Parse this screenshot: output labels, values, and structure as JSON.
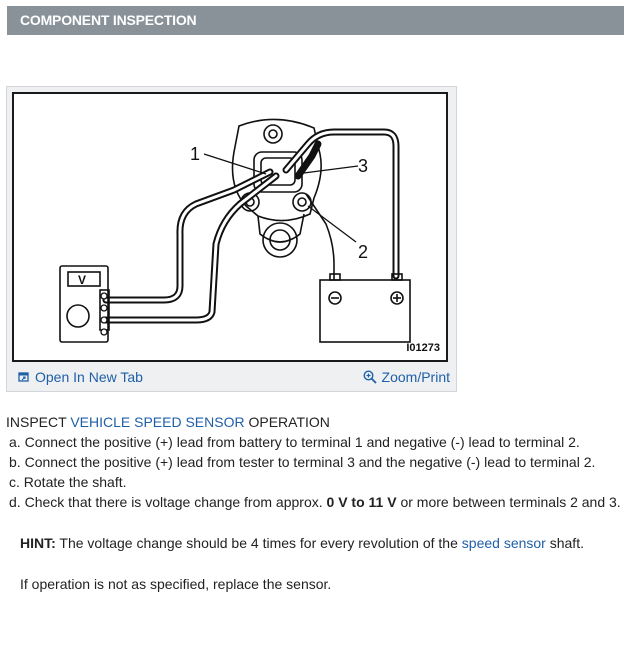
{
  "header": {
    "title": "COMPONENT INSPECTION"
  },
  "figure": {
    "id": "I01273",
    "callouts": [
      "1",
      "3",
      "2"
    ],
    "meter_symbol": "V",
    "open_label": "Open In New Tab",
    "zoom_label": "Zoom/Print"
  },
  "inspect": {
    "prefix": "INSPECT ",
    "link": "VEHICLE SPEED SENSOR",
    "suffix": " OPERATION"
  },
  "steps": [
    {
      "letter": "a. ",
      "text": "Connect the positive (+) lead from battery to terminal 1 and negative (-) lead to terminal 2."
    },
    {
      "letter": "b. ",
      "text": "Connect the positive (+) lead from tester to terminal 3 and the negative (-) lead to terminal 2."
    },
    {
      "letter": "c. ",
      "text": "Rotate the shaft."
    },
    {
      "letter": "d. ",
      "pre": "Check that there is voltage change from approx. ",
      "bold": "0 V to 11 V",
      "post": " or more between terminals 2 and 3."
    }
  ],
  "hint": {
    "label": "HINT:",
    "pre": " The voltage change should be 4 times for every revolution of the ",
    "link": "speed sensor",
    "post": " shaft."
  },
  "footer_note": "If operation is not as specified, replace the sensor.",
  "colors": {
    "header_bg": "#8a9299",
    "link": "#1f5fa8"
  }
}
